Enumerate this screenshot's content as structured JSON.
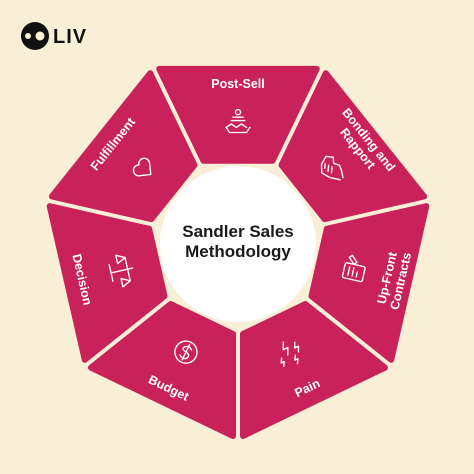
{
  "brand": {
    "name": "LIV"
  },
  "center": {
    "line1": "Sandler Sales",
    "line2": "Methodology"
  },
  "segments": [
    {
      "label_lines": [
        "Post-Sell"
      ],
      "icon": "handshake-people-icon"
    },
    {
      "label_lines": [
        "Bonding and",
        "Rapport"
      ],
      "icon": "handshake-icon"
    },
    {
      "label_lines": [
        "Up-Front",
        "Contracts"
      ],
      "icon": "contract-icon"
    },
    {
      "label_lines": [
        "Pain"
      ],
      "icon": "lightning-icon"
    },
    {
      "label_lines": [
        "Budget"
      ],
      "icon": "dollar-icon"
    },
    {
      "label_lines": [
        "Decision"
      ],
      "icon": "scales-icon"
    },
    {
      "label_lines": [
        "Fulfillment"
      ],
      "icon": "heart-icon"
    }
  ],
  "colors": {
    "background": "#f8efd6",
    "segment": "#c9215a",
    "center": "#ffffff",
    "logo": "#121212"
  }
}
